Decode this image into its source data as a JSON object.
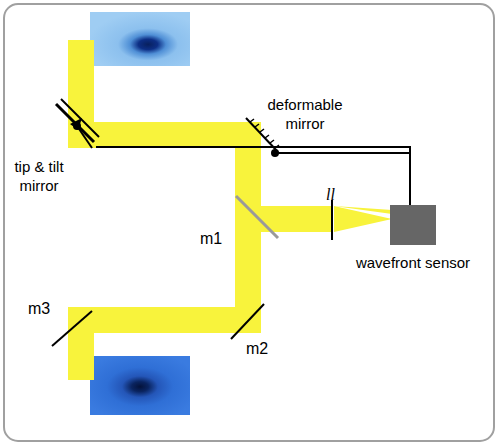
{
  "diagram": {
    "nodes": [
      {
        "text": [
          "tip & tilt mirror"
        ]
      },
      {
        "text": [
          "deformable mirror"
        ]
      },
      {
        "text": [
          "wavefront sensor"
        ]
      }
    ],
    "edges": [
      {
        "from": 2,
        "to": 1,
        "arrow": "none"
      },
      {
        "from": 2,
        "to": 0,
        "arrow": "none"
      }
    ],
    "labels": [
      "m1",
      "ll",
      "m3",
      "m2"
    ]
  }
}
